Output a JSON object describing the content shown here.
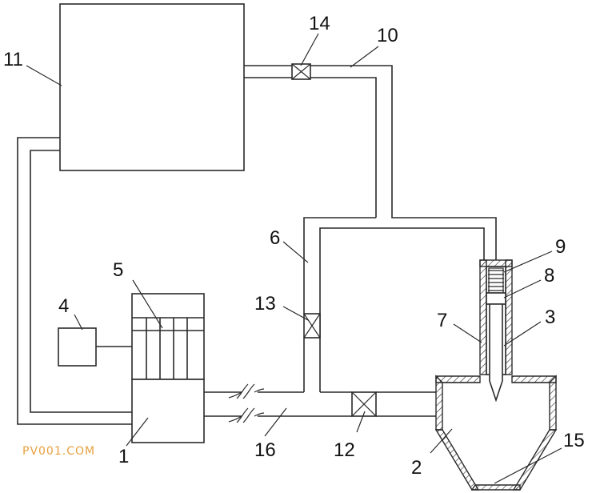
{
  "labels": {
    "l1": "1",
    "l2": "2",
    "l3": "3",
    "l4": "4",
    "l5": "5",
    "l6": "6",
    "l7": "7",
    "l8": "8",
    "l9": "9",
    "l10": "10",
    "l11": "11",
    "l12": "12",
    "l13": "13",
    "l14": "14",
    "l15": "15",
    "l16": "16"
  },
  "watermark": "PV001.COM",
  "colors": {
    "line": "#2a2a2a",
    "watermark": "#e8a040"
  }
}
